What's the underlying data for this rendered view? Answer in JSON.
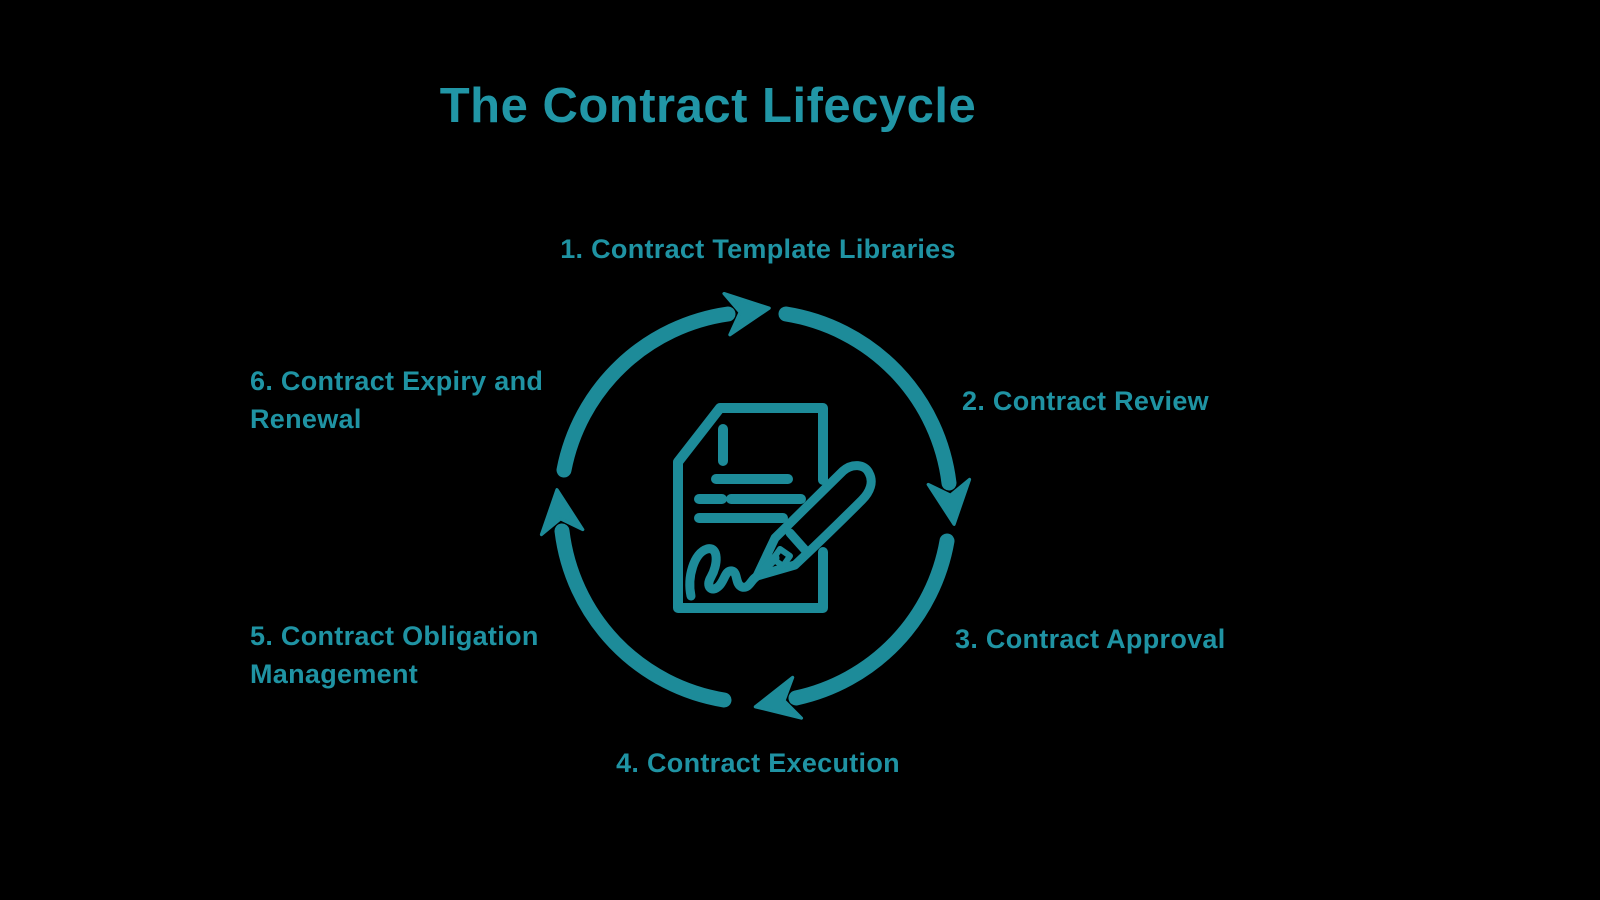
{
  "title": "The Contract Lifecycle",
  "colors": {
    "background": "#000000",
    "diagram": "#1d8b99",
    "title_text": "#2196a6",
    "label_text": "#1f93a3"
  },
  "diagram": {
    "type": "cycle",
    "direction": "clockwise",
    "center_icon": "signed-contract-icon",
    "stages": [
      {
        "order": 1,
        "label": "1. Contract Template Libraries",
        "position": "top"
      },
      {
        "order": 2,
        "label": "2. Contract Review",
        "position": "right-upper"
      },
      {
        "order": 3,
        "label": "3. Contract Approval",
        "position": "right-lower"
      },
      {
        "order": 4,
        "label": "4. Contract Execution",
        "position": "bottom"
      },
      {
        "order": 5,
        "label": "5. Contract Obligation\nManagement",
        "position": "left-lower"
      },
      {
        "order": 6,
        "label": "6. Contract Expiry and\nRenewal",
        "position": "left-upper"
      }
    ]
  }
}
